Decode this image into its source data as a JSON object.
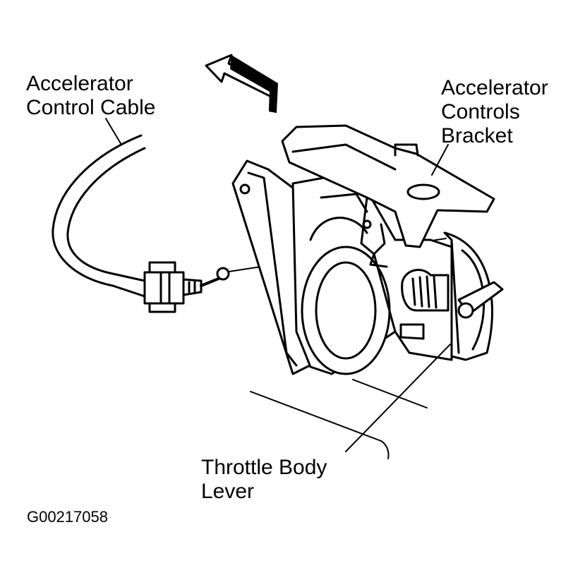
{
  "labels": {
    "accelerator_control_cable": [
      "Accelerator",
      "Control Cable"
    ],
    "accelerator_controls_bracket": [
      "Accelerator",
      "Controls",
      "Bracket"
    ],
    "throttle_body_lever": [
      "Throttle Body",
      "Lever"
    ]
  },
  "figure_id": "G00217058",
  "colors": {
    "line": "#000000",
    "background": "#ffffff"
  }
}
